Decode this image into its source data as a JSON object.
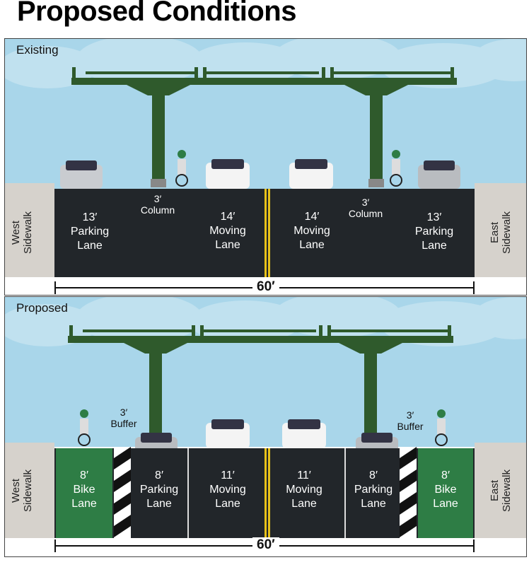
{
  "title": "Proposed Conditions",
  "colors": {
    "sky": "#a9d6ea",
    "cloud": "#c9e6f2",
    "road": "#22262a",
    "bike": "#2e7d45",
    "sidewalk": "#d6d2cc",
    "structure": "#2f5a2c",
    "yellow": "#e8c21a"
  },
  "existing": {
    "label": "Existing",
    "west_sidewalk": [
      "West",
      "Sidewalk"
    ],
    "east_sidewalk": [
      "East",
      "Sidewalk"
    ],
    "lanes": [
      {
        "width": "13′",
        "name1": "Parking",
        "name2": "Lane"
      },
      {
        "width": "14′",
        "name1": "Moving",
        "name2": "Lane"
      },
      {
        "width": "14′",
        "name1": "Moving",
        "name2": "Lane"
      },
      {
        "width": "13′",
        "name1": "Parking",
        "name2": "Lane"
      }
    ],
    "column_left": [
      "3′",
      "Column"
    ],
    "column_right": [
      "3′",
      "Column"
    ],
    "total_width": "60′"
  },
  "proposed": {
    "label": "Proposed",
    "west_sidewalk": [
      "West",
      "Sidewalk"
    ],
    "east_sidewalk": [
      "East",
      "Sidewalk"
    ],
    "lanes": [
      {
        "width": "8′",
        "name1": "Bike",
        "name2": "Lane"
      },
      {
        "width": "8′",
        "name1": "Parking",
        "name2": "Lane"
      },
      {
        "width": "11′",
        "name1": "Moving",
        "name2": "Lane"
      },
      {
        "width": "11′",
        "name1": "Moving",
        "name2": "Lane"
      },
      {
        "width": "8′",
        "name1": "Parking",
        "name2": "Lane"
      },
      {
        "width": "8′",
        "name1": "Bike",
        "name2": "Lane"
      }
    ],
    "buffer_left": [
      "3′",
      "Buffer"
    ],
    "buffer_right": [
      "3′",
      "Buffer"
    ],
    "total_width": "60′"
  }
}
